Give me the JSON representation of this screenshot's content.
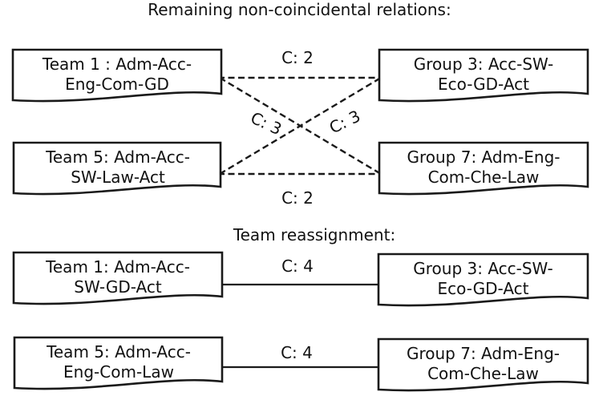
{
  "diagram": {
    "colors": {
      "stroke": "#1a1a1a",
      "text": "#111111",
      "background": "#ffffff"
    },
    "sections": [
      {
        "title": "Remaining non-coincidental relations:",
        "nodes": [
          {
            "id": "team-1-before",
            "label": "Team 1 : Adm-Acc-Eng-Com-GD",
            "lines": [
              "Team 1 : Adm-Acc-",
              "Eng-Com-GD"
            ]
          },
          {
            "id": "group-3-before",
            "label": "Group 3: Acc-SW-Eco-GD-Act",
            "lines": [
              "Group 3: Acc-SW-",
              "Eco-GD-Act"
            ]
          },
          {
            "id": "team-5-before",
            "label": "Team 5: Adm-Acc-SW-Law-Act",
            "lines": [
              "Team 5: Adm-Acc-",
              "SW-Law-Act"
            ]
          },
          {
            "id": "group-7-before",
            "label": "Group 7: Adm-Eng-Com-Che-Law",
            "lines": [
              "Group 7: Adm-Eng-",
              "Com-Che-Law"
            ]
          }
        ],
        "relations": [
          {
            "from": "Team 1",
            "to": "Group 3",
            "label": "C: 2",
            "style": "dashed"
          },
          {
            "from": "Team 1",
            "to": "Group 7",
            "label": "C: 3",
            "style": "dashed"
          },
          {
            "from": "Team 5",
            "to": "Group 3",
            "label": "C: 3",
            "style": "dashed"
          },
          {
            "from": "Team 5",
            "to": "Group 7",
            "label": "C: 2",
            "style": "dashed"
          }
        ]
      },
      {
        "title": "Team reassignment:",
        "nodes": [
          {
            "id": "team-1-after",
            "label": "Team 1: Adm-Acc-SW-GD-Act",
            "lines": [
              "Team 1: Adm-Acc-",
              "SW-GD-Act"
            ]
          },
          {
            "id": "group-3-after",
            "label": "Group 3: Acc-SW-Eco-GD-Act",
            "lines": [
              "Group 3: Acc-SW-",
              "Eco-GD-Act"
            ]
          },
          {
            "id": "team-5-after",
            "label": "Team 5: Adm-Acc-Eng-Com-Law",
            "lines": [
              "Team 5: Adm-Acc-",
              "Eng-Com-Law"
            ]
          },
          {
            "id": "group-7-after",
            "label": "Group 7: Adm-Eng-Com-Che-Law",
            "lines": [
              "Group 7: Adm-Eng-",
              "Com-Che-Law"
            ]
          }
        ],
        "relations": [
          {
            "from": "Team 1",
            "to": "Group 3",
            "label": "C: 4",
            "style": "solid"
          },
          {
            "from": "Team 5",
            "to": "Group 7",
            "label": "C: 4",
            "style": "solid"
          }
        ]
      }
    ]
  }
}
